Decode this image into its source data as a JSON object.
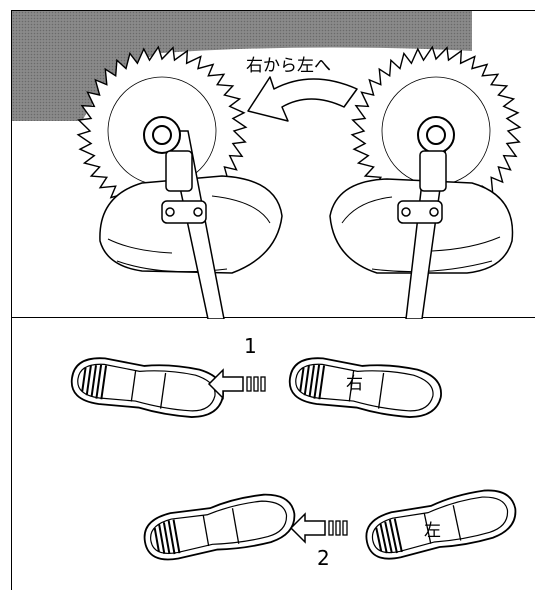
{
  "top_panel": {
    "direction_label": "右から左へ"
  },
  "bottom_panel": {
    "step1_number": "1",
    "step2_number": "2",
    "right_foot_label": "右",
    "left_foot_label": "左"
  },
  "colors": {
    "shade": "#7a7a7a",
    "line": "#000000",
    "background": "#ffffff"
  }
}
